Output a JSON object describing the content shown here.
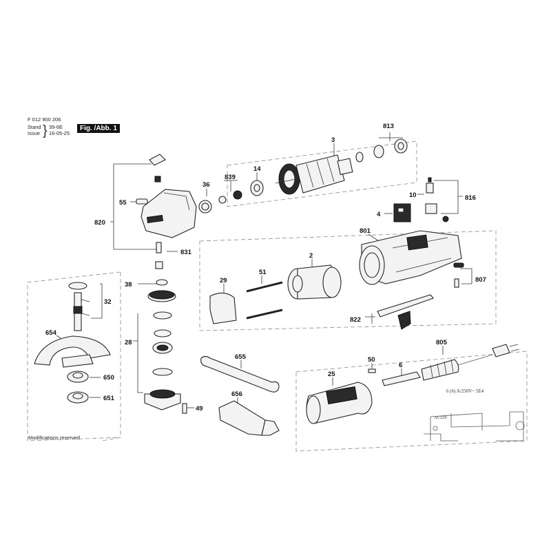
{
  "header": {
    "doc_number": "F 012 900 206",
    "stand_label": "Stand",
    "stand_value": "39-6E",
    "issue_label": "Issue",
    "issue_value": "16-05-25",
    "figure_label": "Fig. /Abb. 1"
  },
  "footer": {
    "note": "Modifications reserved"
  },
  "parts": [
    {
      "id": "813",
      "label": "813"
    },
    {
      "id": "3",
      "label": "3"
    },
    {
      "id": "839",
      "label": "839"
    },
    {
      "id": "14",
      "label": "14"
    },
    {
      "id": "36",
      "label": "36"
    },
    {
      "id": "55",
      "label": "55"
    },
    {
      "id": "820",
      "label": "820"
    },
    {
      "id": "831",
      "label": "831"
    },
    {
      "id": "10",
      "label": "10"
    },
    {
      "id": "816",
      "label": "816"
    },
    {
      "id": "4",
      "label": "4"
    },
    {
      "id": "801",
      "label": "801"
    },
    {
      "id": "2",
      "label": "2"
    },
    {
      "id": "51",
      "label": "51"
    },
    {
      "id": "29",
      "label": "29"
    },
    {
      "id": "807",
      "label": "807"
    },
    {
      "id": "822",
      "label": "822"
    },
    {
      "id": "38",
      "label": "38"
    },
    {
      "id": "32",
      "label": "32"
    },
    {
      "id": "28",
      "label": "28"
    },
    {
      "id": "654",
      "label": "654"
    },
    {
      "id": "650",
      "label": "650"
    },
    {
      "id": "651",
      "label": "651"
    },
    {
      "id": "655",
      "label": "655"
    },
    {
      "id": "656",
      "label": "656"
    },
    {
      "id": "49",
      "label": "49"
    },
    {
      "id": "50",
      "label": "50"
    },
    {
      "id": "6",
      "label": "6"
    },
    {
      "id": "805",
      "label": "805"
    },
    {
      "id": "25",
      "label": "25"
    }
  ],
  "schematic": {
    "rating": "6 (6) A/250V~ 5E4",
    "supply": "AC220"
  },
  "colors": {
    "line": "#222222",
    "dark_fill": "#2a2a2a",
    "dashed_frame": "#888888"
  }
}
